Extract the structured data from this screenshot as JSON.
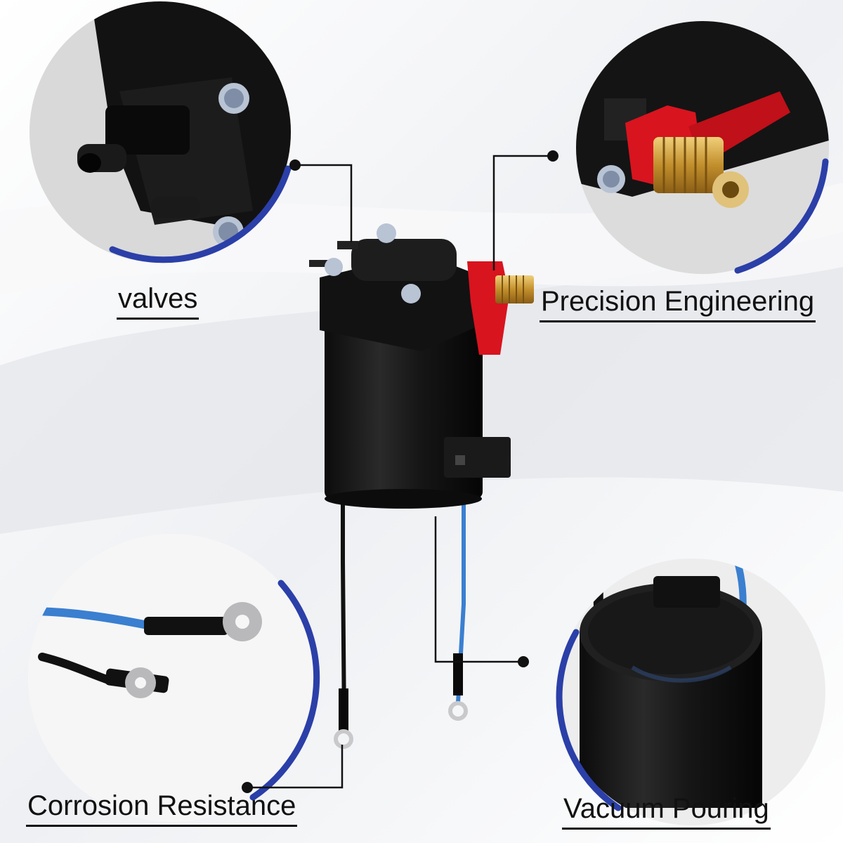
{
  "labels": {
    "valves": "valves",
    "precision": "Precision Engineering",
    "corrosion": "Corrosion Resistance",
    "vacuum": "Vacuum Pouring"
  },
  "colors": {
    "ring": "#2b3fa8",
    "pump_body": "#151515",
    "red_lever": "#d8141f",
    "brass": "#c89a3a",
    "blue_wire": "#3a7fd0",
    "black_wire": "#111111",
    "callout_line": "#111111"
  }
}
